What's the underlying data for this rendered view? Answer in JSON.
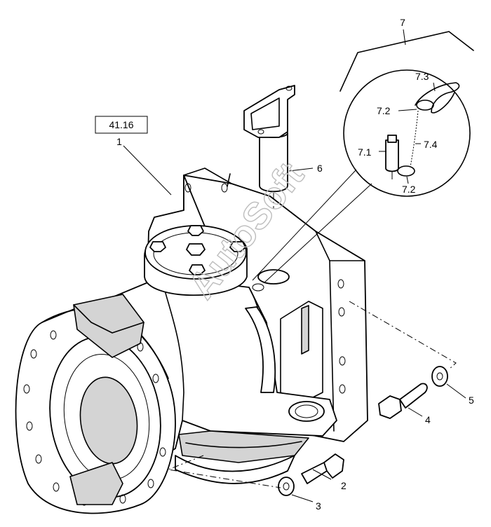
{
  "watermark": "AutoSoft",
  "reference_box": "41.16",
  "callouts": [
    {
      "id": "c1",
      "text": "1"
    },
    {
      "id": "c2",
      "text": "2"
    },
    {
      "id": "c3",
      "text": "3"
    },
    {
      "id": "c4",
      "text": "4"
    },
    {
      "id": "c5",
      "text": "5"
    },
    {
      "id": "c6",
      "text": "6"
    },
    {
      "id": "c7",
      "text": "7"
    },
    {
      "id": "c71",
      "text": "7.1"
    },
    {
      "id": "c72a",
      "text": "7.2"
    },
    {
      "id": "c72b",
      "text": "7.2"
    },
    {
      "id": "c73",
      "text": "7.3"
    },
    {
      "id": "c74",
      "text": "7.4"
    }
  ]
}
